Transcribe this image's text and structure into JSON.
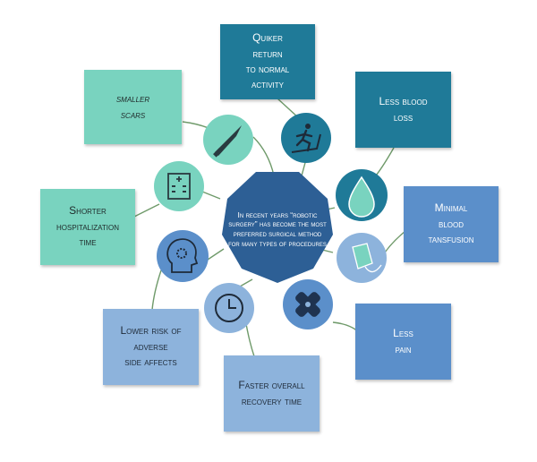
{
  "center": {
    "text": "In recent years “robotic surgery” has become the most preferred surgical method for many types  of procedures"
  },
  "benefits": {
    "quicker_return": [
      "Quiker",
      "return",
      "to normal",
      "activity"
    ],
    "less_blood_loss": [
      "Less blood",
      "loss"
    ],
    "minimal_transfusion": [
      "Minimal",
      "blood",
      "tansfusion"
    ],
    "less_pain": [
      "Less",
      "pain"
    ],
    "faster_recovery": [
      "Faster overall",
      "recovery time"
    ],
    "lower_risk": [
      "Lower risk of",
      "adverse",
      "side affects"
    ],
    "shorter_stay": [
      "Shorter",
      "hospitalization",
      "time"
    ],
    "smaller_scars": [
      "smaller",
      "scars"
    ]
  },
  "icons": [
    "scalpel-icon",
    "treadmill-runner-icon",
    "blood-drop-icon",
    "blood-bag-icon",
    "bandage-icon",
    "clock-icon",
    "brain-gear-icon",
    "hospital-icon"
  ],
  "colors": {
    "teal_light": "#79d3bf",
    "teal_dark": "#1f7a98",
    "blue_mid": "#5b8fca",
    "blue_pale": "#8db3dc",
    "center": "#2d5f95",
    "connector": "#6f9a6a"
  }
}
